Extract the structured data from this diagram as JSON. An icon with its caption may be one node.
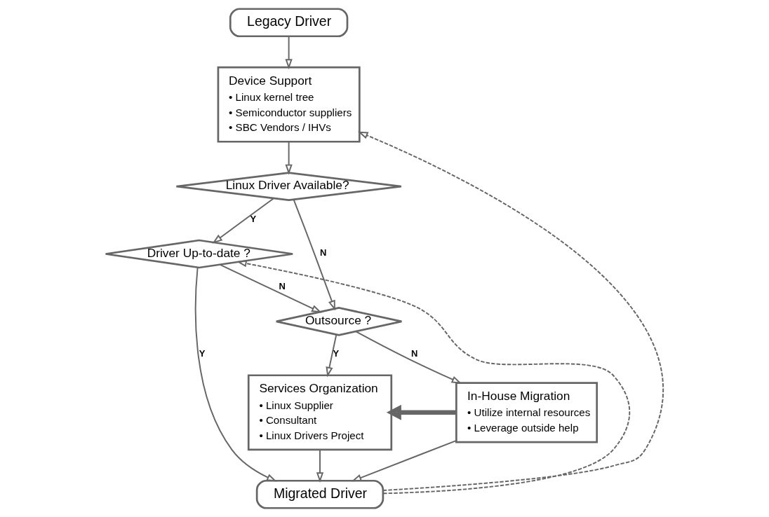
{
  "diagram": {
    "nodes": [
      {
        "text": [
          "Legacy Driver"
        ]
      },
      {
        "text": [
          "Device Support",
          "• Linux kernel tree",
          "• Semiconductor suppliers",
          "• SBC Vendors / IHVs"
        ]
      },
      {
        "text": [
          "Linux Driver Available?"
        ]
      },
      {
        "text": [
          "Driver Up-to-date ?"
        ]
      },
      {
        "text": [
          "Outsource ?"
        ]
      },
      {
        "text": [
          "Services Organization",
          "• Linux Supplier",
          "• Consultant",
          "• Linux Drivers Project"
        ]
      },
      {
        "text": [
          "In-House Migration",
          "• Utilize internal resources",
          "• Leverage outside help"
        ]
      },
      {
        "text": [
          "Migrated Driver"
        ]
      }
    ],
    "edges": [
      {
        "from": 0,
        "to": 1,
        "arrow": "to"
      },
      {
        "from": 1,
        "to": 2,
        "arrow": "to"
      },
      {
        "from": 2,
        "to": 3,
        "arrow": "to",
        "label": "Y"
      },
      {
        "from": 2,
        "to": 4,
        "arrow": "to",
        "label": "N"
      },
      {
        "from": 3,
        "to": 4,
        "arrow": "to",
        "label": "N"
      },
      {
        "from": 3,
        "to": 7,
        "arrow": "to",
        "label": "Y"
      },
      {
        "from": 4,
        "to": 5,
        "arrow": "to",
        "label": "Y"
      },
      {
        "from": 4,
        "to": 6,
        "arrow": "to",
        "label": "N"
      },
      {
        "from": 6,
        "to": 5,
        "arrow": "to",
        "style": "thick"
      },
      {
        "from": 5,
        "to": 7,
        "arrow": "to"
      },
      {
        "from": 6,
        "to": 7,
        "arrow": "to"
      },
      {
        "from": 7,
        "to": 1,
        "arrow": "to",
        "style": "dashed"
      },
      {
        "from": 7,
        "to": 3,
        "arrow": "to",
        "style": "dashed"
      }
    ]
  }
}
